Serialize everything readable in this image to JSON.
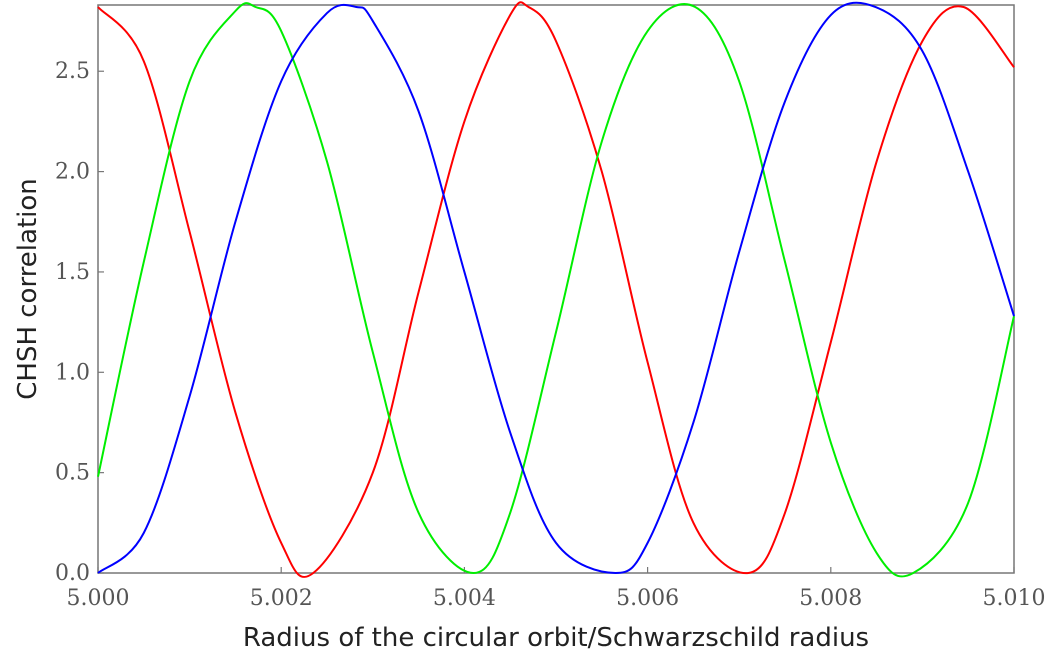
{
  "chart_data": {
    "type": "line",
    "xlabel": "Radius of the circular orbit/Schwarzschild radius",
    "ylabel": "CHSH correlation",
    "xlim": [
      5.0,
      5.01
    ],
    "ylim": [
      0.0,
      2.83
    ],
    "xticks": [
      5.0,
      5.002,
      5.004,
      5.006,
      5.008,
      5.01
    ],
    "xtick_labels": [
      "5.000",
      "5.002",
      "5.004",
      "5.006",
      "5.008",
      "5.010"
    ],
    "yticks": [
      0.0,
      0.5,
      1.0,
      1.5,
      2.0,
      2.5
    ],
    "ytick_labels": [
      "0.0",
      "0.5",
      "1.0",
      "1.5",
      "2.0",
      "2.5"
    ],
    "grid": false,
    "legend": "none",
    "series": [
      {
        "color": "#ff0000",
        "x": [
          5.0,
          5.0005,
          5.001,
          5.0015,
          5.002,
          5.00235,
          5.003,
          5.0035,
          5.004,
          5.0045,
          5.0047,
          5.005,
          5.0055,
          5.006,
          5.0065,
          5.0071,
          5.0075,
          5.008,
          5.0085,
          5.009,
          5.00945,
          5.01
        ],
        "y": [
          2.82,
          2.55,
          1.7,
          0.8,
          0.15,
          0.0,
          0.5,
          1.4,
          2.25,
          2.78,
          2.82,
          2.65,
          2.0,
          1.05,
          0.25,
          0.0,
          0.3,
          1.15,
          2.05,
          2.65,
          2.82,
          2.52
        ]
      },
      {
        "color": "#00ee00",
        "x": [
          5.0,
          5.0005,
          5.001,
          5.0015,
          5.00172,
          5.002,
          5.0025,
          5.003,
          5.0035,
          5.0041,
          5.0045,
          5.005,
          5.0055,
          5.006,
          5.00652,
          5.007,
          5.0075,
          5.008,
          5.0085,
          5.0089,
          5.0095,
          5.01
        ],
        "y": [
          0.48,
          1.55,
          2.45,
          2.8,
          2.82,
          2.7,
          2.05,
          1.1,
          0.3,
          0.0,
          0.3,
          1.2,
          2.15,
          2.7,
          2.82,
          2.45,
          1.55,
          0.65,
          0.1,
          0.0,
          0.35,
          1.28
        ]
      },
      {
        "color": "#0000ff",
        "x": [
          5.0,
          5.0005,
          5.001,
          5.0015,
          5.002,
          5.0025,
          5.00282,
          5.003,
          5.0035,
          5.004,
          5.0045,
          5.005,
          5.00565,
          5.006,
          5.0065,
          5.007,
          5.0075,
          5.008,
          5.00849,
          5.009,
          5.0095,
          5.01
        ],
        "y": [
          0.0,
          0.2,
          0.88,
          1.75,
          2.45,
          2.79,
          2.82,
          2.75,
          2.3,
          1.5,
          0.7,
          0.15,
          0.0,
          0.15,
          0.75,
          1.6,
          2.35,
          2.78,
          2.82,
          2.6,
          2.0,
          1.28
        ]
      }
    ]
  }
}
